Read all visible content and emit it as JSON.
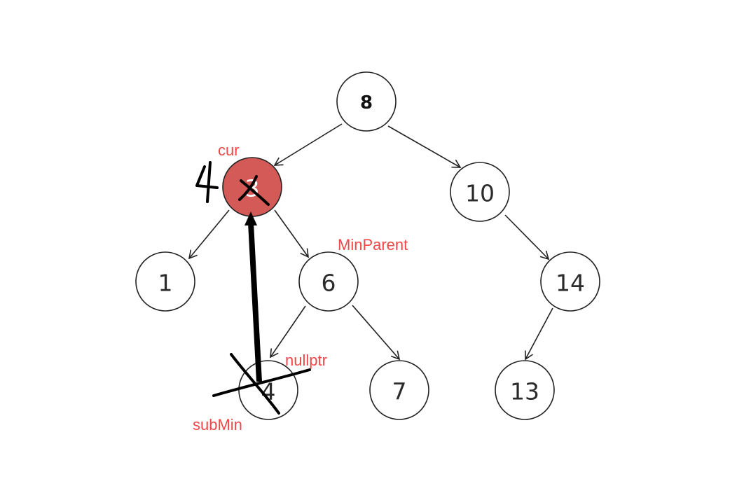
{
  "nodes": [
    {
      "id": "n8",
      "label": "8"
    },
    {
      "id": "n3",
      "label": "3"
    },
    {
      "id": "n10",
      "label": "10"
    },
    {
      "id": "n1",
      "label": "1"
    },
    {
      "id": "n6",
      "label": "6"
    },
    {
      "id": "n14",
      "label": "14"
    },
    {
      "id": "n4",
      "label": "4"
    },
    {
      "id": "n7",
      "label": "7"
    },
    {
      "id": "n13",
      "label": "13"
    }
  ],
  "annotations": {
    "cur": "cur",
    "min_parent": "MinParent",
    "nullptr": "nullptr",
    "sub_min": "subMin"
  },
  "handwritten_value": "4",
  "colors": {
    "highlight_node": "#d35a57",
    "annotation_text": "#f04848"
  }
}
